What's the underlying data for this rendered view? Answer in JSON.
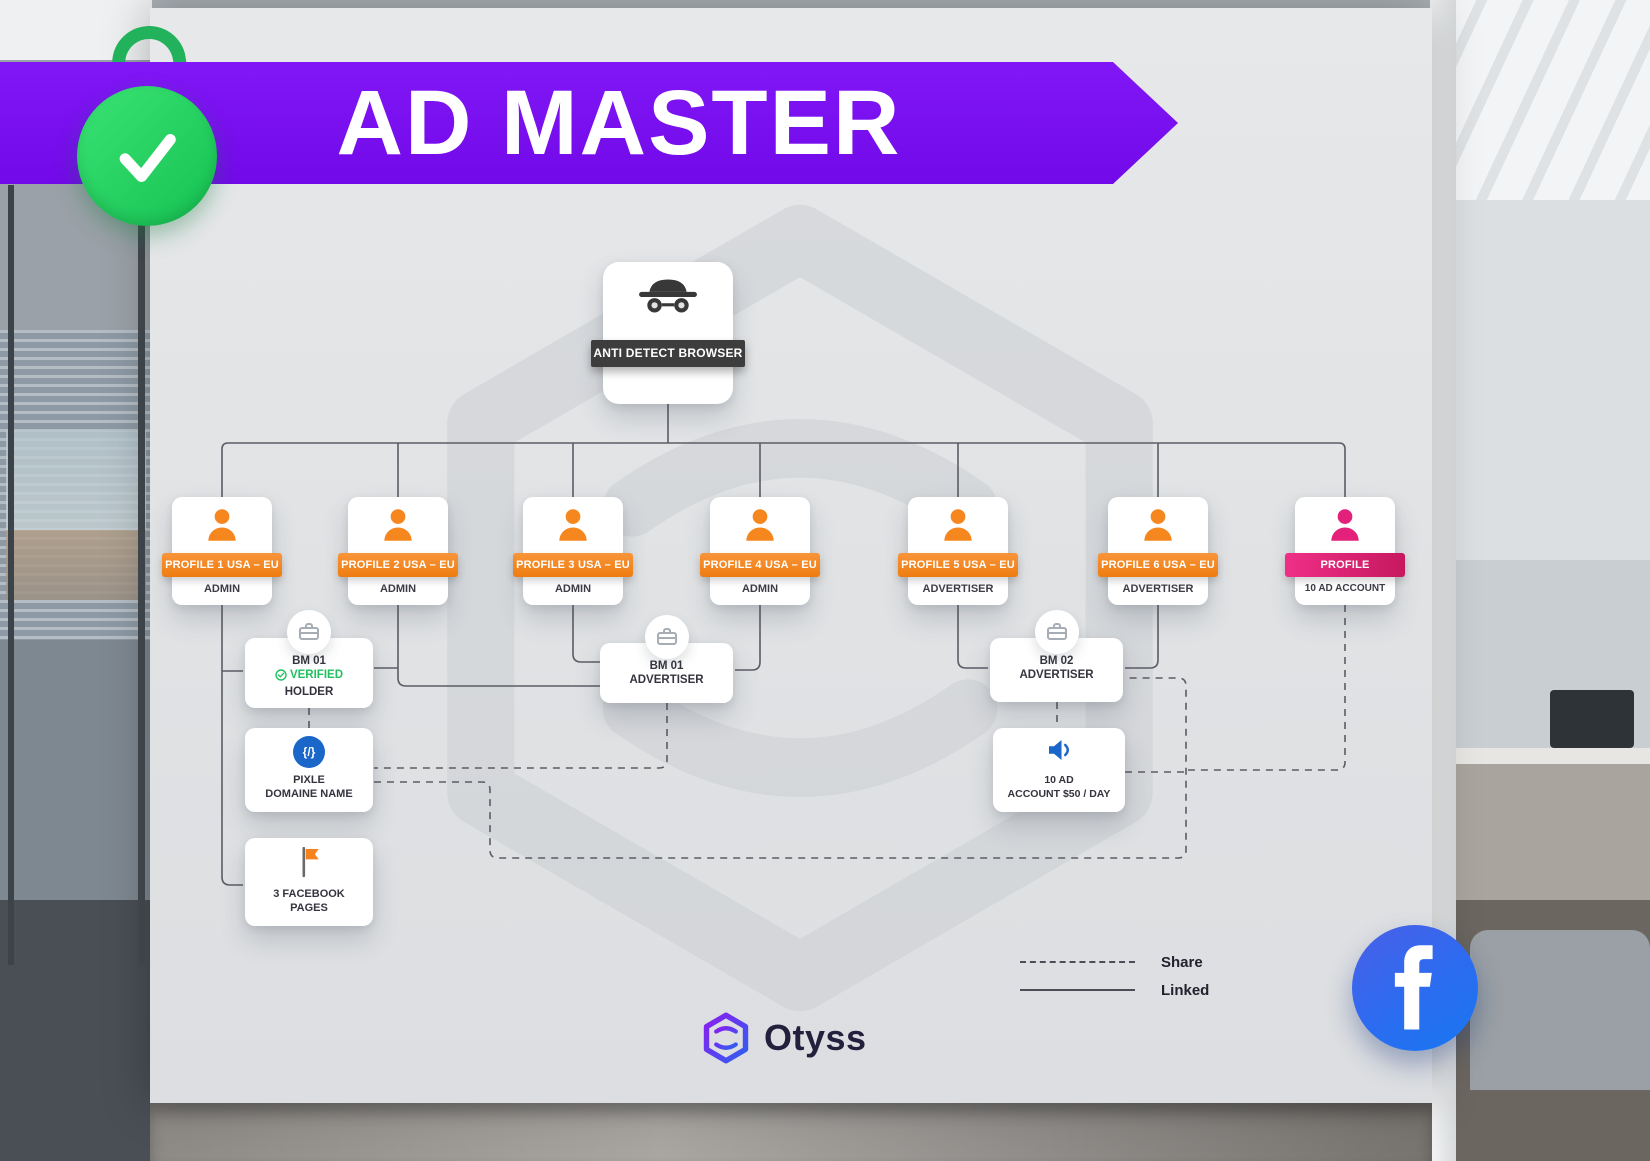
{
  "banner": {
    "title": "AD MASTER"
  },
  "root": {
    "label": "ANTI DETECT BROWSER"
  },
  "profiles": [
    {
      "name": "PROFILE 1 USA – EU",
      "role": "ADMIN"
    },
    {
      "name": "PROFILE 2 USA – EU",
      "role": "ADMIN"
    },
    {
      "name": "PROFILE 3 USA – EU",
      "role": "ADMIN"
    },
    {
      "name": "PROFILE 4 USA – EU",
      "role": "ADMIN"
    },
    {
      "name": "PROFILE 5 USA – EU",
      "role": "ADVERTISER"
    },
    {
      "name": "PROFILE 6 USA – EU",
      "role": "ADVERTISER"
    },
    {
      "name": "PROFILE",
      "role": "10 AD ACCOUNT"
    }
  ],
  "bm": {
    "holder": {
      "line1": "BM 01",
      "line2": "VERIFIED",
      "line3": "HOLDER"
    },
    "adv1": {
      "line1": "BM 01",
      "line2": "ADVERTISER"
    },
    "adv2": {
      "line1": "BM 02",
      "line2": "ADVERTISER"
    }
  },
  "pixel": {
    "line1": "PIXLE",
    "line2": "DOMAINE NAME",
    "icon_glyph": "{/}"
  },
  "adaccount": {
    "line1": "10 AD",
    "line2": "ACCOUNT $50 / DAY"
  },
  "fbpages": {
    "line1": "3 FACEBOOK",
    "line2": "PAGES"
  },
  "legend": {
    "share": "Share",
    "linked": "Linked"
  },
  "brand": {
    "name": "Otyss"
  },
  "icons": {
    "root": "incognito-icon",
    "profile": "person-icon",
    "bm": "briefcase-icon",
    "pixel": "code-icon",
    "ad_account": "megaphone-icon",
    "fb_pages": "flag-icon",
    "verified": "check-circle-icon",
    "badge": "checkmark-icon",
    "lock": "padlock-icon",
    "footer": "facebook-icon"
  },
  "colors": {
    "banner_purple": "#7a10f0",
    "accent_orange": "#f5831d",
    "accent_pink": "#e3217b",
    "accent_green": "#21c15f",
    "node_band_dark": "#3d3d3d",
    "facebook_blue": "#1877f2",
    "line_gray": "#5c5c66"
  }
}
